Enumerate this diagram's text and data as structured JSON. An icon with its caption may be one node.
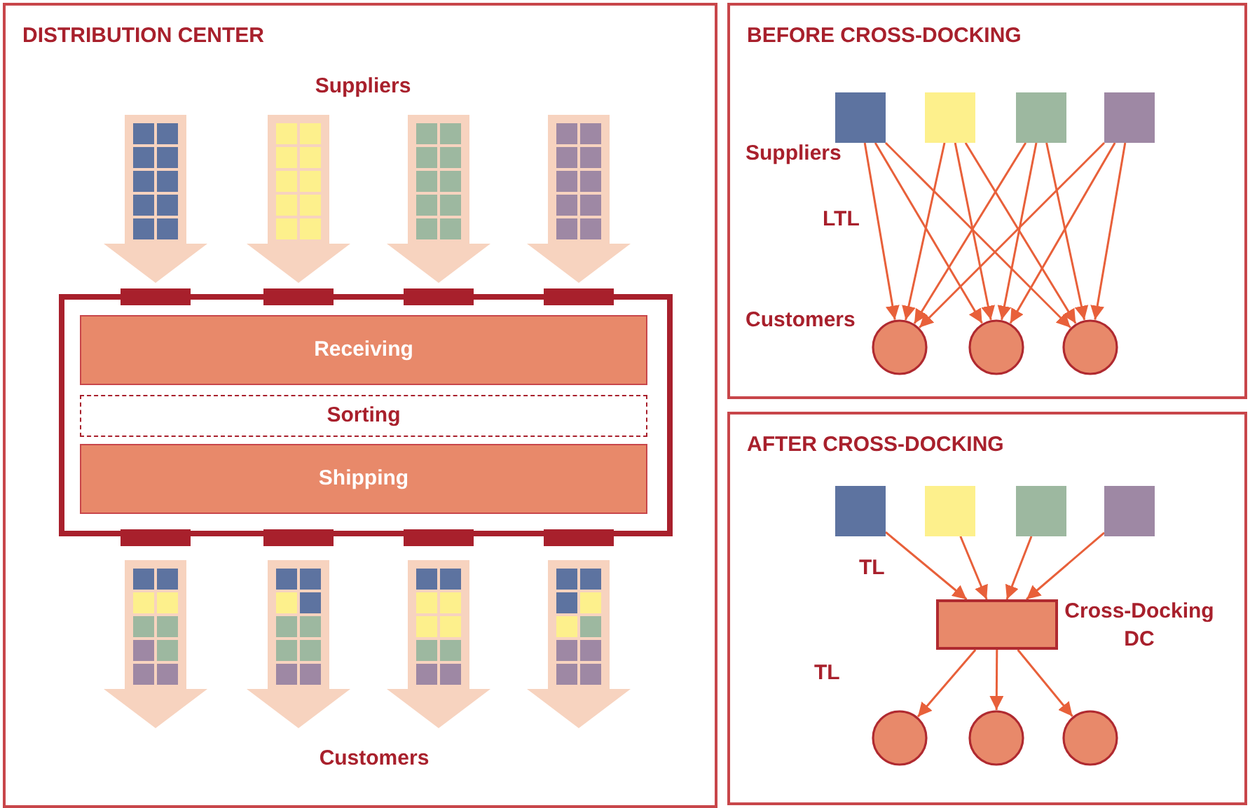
{
  "diagram": {
    "nodes": [
      {
        "text": [
          "DISTRIBUTION CENTER"
        ]
      },
      {
        "text": [],
        "shape": "box",
        "in": 0
      },
      {
        "text": [
          "Receiving"
        ],
        "in": 1
      },
      {
        "text": [
          "Sorting"
        ],
        "in": 1
      },
      {
        "text": [
          "Shipping"
        ],
        "in": 1
      },
      {
        "text": [
          "BEFORE CROSS-DOCKING"
        ]
      },
      {
        "text": [],
        "shape": "box",
        "in": 5
      },
      {
        "text": [],
        "shape": "box",
        "in": 5
      },
      {
        "text": [],
        "shape": "box",
        "in": 5
      },
      {
        "text": [],
        "shape": "box",
        "in": 5
      },
      {
        "text": [],
        "shape": "circle",
        "in": 5
      },
      {
        "text": [],
        "shape": "circle",
        "in": 5
      },
      {
        "text": [],
        "shape": "circle",
        "in": 5
      },
      {
        "text": [
          "AFTER CROSS-DOCKING"
        ]
      },
      {
        "text": [],
        "shape": "box",
        "in": 13
      },
      {
        "text": [],
        "shape": "box",
        "in": 13
      },
      {
        "text": [],
        "shape": "box",
        "in": 13
      },
      {
        "text": [],
        "shape": "box",
        "in": 13
      },
      {
        "text": [],
        "shape": "box",
        "in": 13,
        "beside": [
          "Cross-Docking DC"
        ]
      },
      {
        "text": [],
        "shape": "circle",
        "in": 13
      },
      {
        "text": [],
        "shape": "circle",
        "in": 13
      },
      {
        "text": [],
        "shape": "circle",
        "in": 13
      }
    ],
    "edges": [
      {
        "from": 6,
        "to": 10,
        "arrow": "to",
        "label": "LTL"
      },
      {
        "from": 6,
        "to": 11,
        "arrow": "to"
      },
      {
        "from": 6,
        "to": 12,
        "arrow": "to"
      },
      {
        "from": 7,
        "to": 10,
        "arrow": "to"
      },
      {
        "from": 7,
        "to": 11,
        "arrow": "to"
      },
      {
        "from": 7,
        "to": 12,
        "arrow": "to"
      },
      {
        "from": 8,
        "to": 10,
        "arrow": "to"
      },
      {
        "from": 8,
        "to": 11,
        "arrow": "to"
      },
      {
        "from": 8,
        "to": 12,
        "arrow": "to"
      },
      {
        "from": 9,
        "to": 10,
        "arrow": "to"
      },
      {
        "from": 9,
        "to": 11,
        "arrow": "to"
      },
      {
        "from": 9,
        "to": 12,
        "arrow": "to"
      },
      {
        "from": 14,
        "to": 18,
        "arrow": "to",
        "label": "TL"
      },
      {
        "from": 15,
        "to": 18,
        "arrow": "to"
      },
      {
        "from": 16,
        "to": 18,
        "arrow": "to"
      },
      {
        "from": 17,
        "to": 18,
        "arrow": "to"
      },
      {
        "from": 18,
        "to": 19,
        "arrow": "to",
        "label": "TL"
      },
      {
        "from": 18,
        "to": 20,
        "arrow": "to"
      },
      {
        "from": 18,
        "to": 21,
        "arrow": "to"
      }
    ],
    "labels": [
      "Suppliers",
      "Customers",
      "Suppliers",
      "Customers"
    ]
  }
}
